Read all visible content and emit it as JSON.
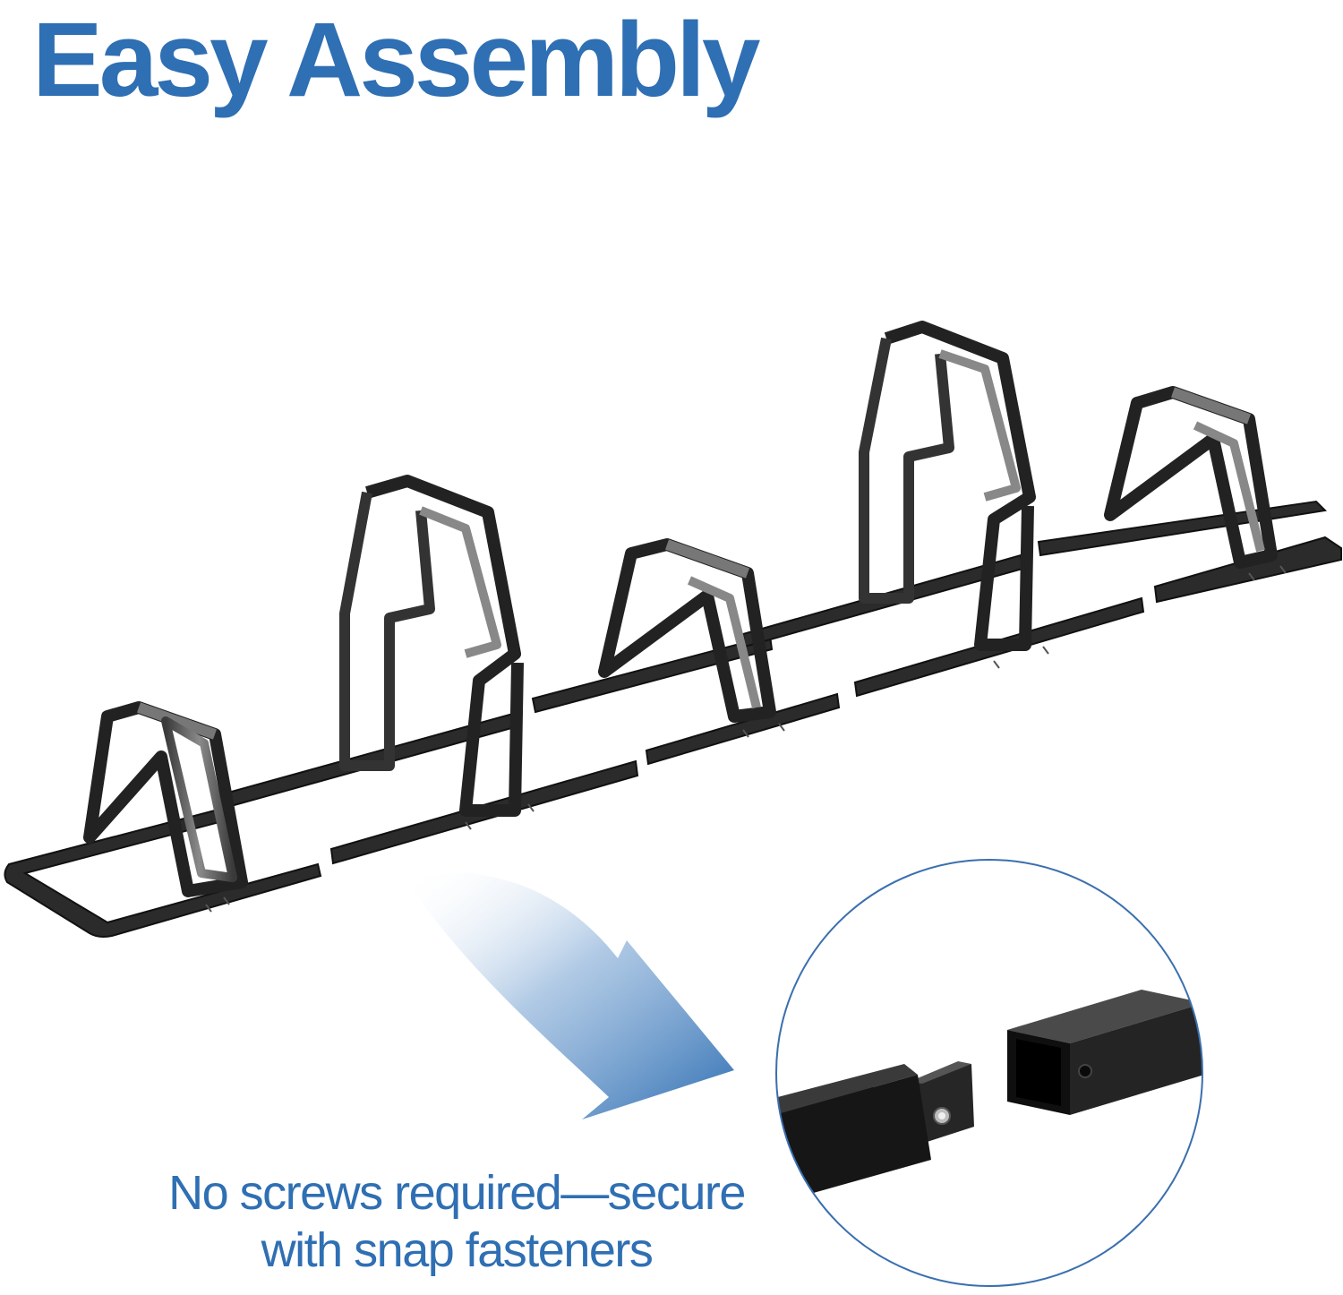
{
  "title": "Easy Assembly",
  "caption": {
    "line1": "No screws required—secure",
    "line2": "with snap fasteners"
  },
  "colors": {
    "brand_blue": "#2f6fb3",
    "frame_dark": "#2a2a2a",
    "frame_mid": "#6a6a6a",
    "circle_border": "#3a6fae"
  },
  "icons": {
    "arrow": "curved-arrow-icon"
  }
}
